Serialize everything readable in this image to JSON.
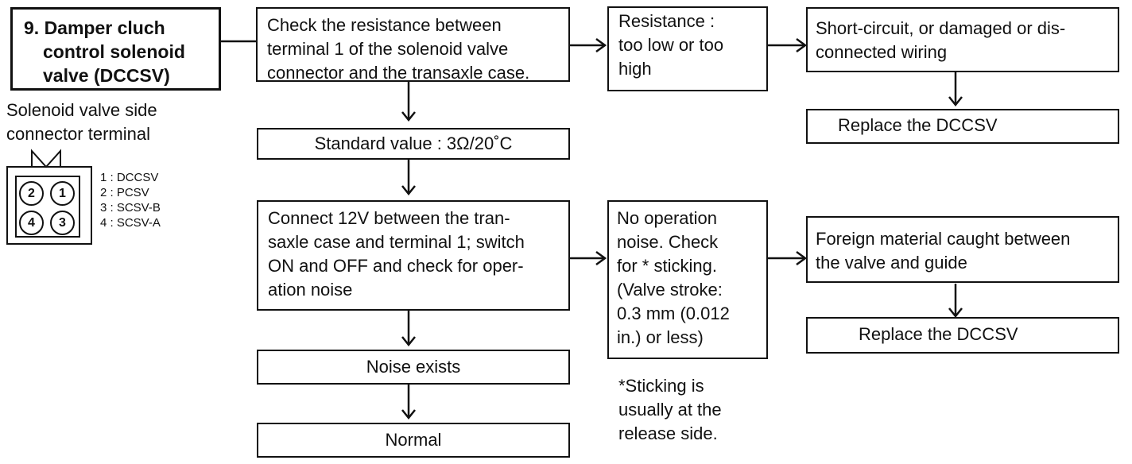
{
  "title": {
    "line1": "9. Damper cluch",
    "line2": "control solenoid",
    "line3": "valve (DCCSV)"
  },
  "connector": {
    "caption_line1": "Solenoid valve side",
    "caption_line2": "connector terminal",
    "pins": {
      "top_left": "2",
      "top_right": "1",
      "bottom_left": "4",
      "bottom_right": "3"
    },
    "legend": [
      "1 : DCCSV",
      "2 : PCSV",
      "3 : SCSV-B",
      "4 : SCSV-A"
    ]
  },
  "steps": {
    "check_resistance": [
      "Check the resistance between",
      "terminal 1 of the solenoid valve",
      "connector and the transaxle case."
    ],
    "standard_value": "Standard value : 3Ω/20˚C",
    "connect_12v": [
      "Connect 12V between the tran-",
      "saxle case and terminal 1; switch",
      "ON and OFF and check for oper-",
      "ation noise"
    ],
    "noise_exists": "Noise exists",
    "normal": "Normal",
    "resistance_result": [
      "Resistance :",
      "too low or too",
      "high"
    ],
    "short_circuit": [
      "Short-circuit, or damaged or dis-",
      "connected wiring"
    ],
    "replace_1": "Replace the DCCSV",
    "no_operation": [
      "No operation",
      "noise. Check",
      "for * sticking.",
      "(Valve stroke:",
      "0.3 mm (0.012",
      "in.) or less)"
    ],
    "foreign_material": [
      "Foreign material caught between",
      "the valve and guide"
    ],
    "replace_2": "Replace the DCCSV"
  },
  "note": [
    "*Sticking is",
    "usually at the",
    "release side."
  ]
}
